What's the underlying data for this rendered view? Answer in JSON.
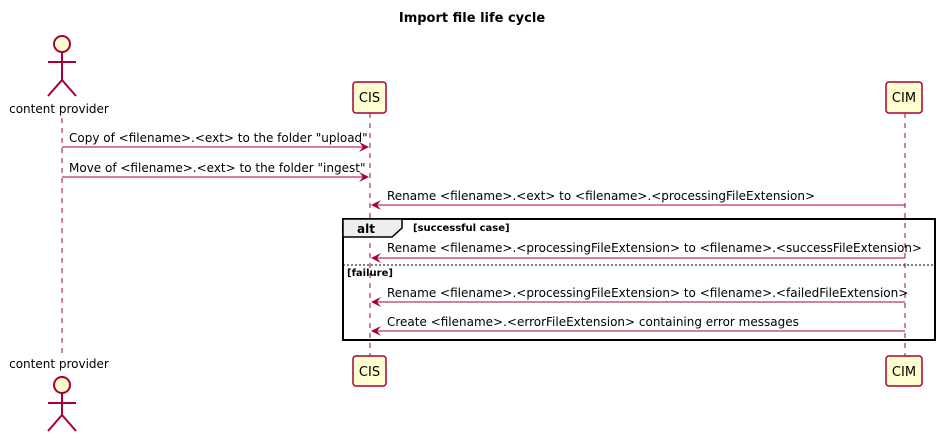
{
  "title": "Import file life cycle",
  "participants": {
    "content_provider": "content provider",
    "cis": "CIS",
    "cim": "CIM"
  },
  "messages": [
    {
      "from": "content_provider",
      "to": "cis",
      "text": "Copy of <filename>.<ext> to the folder \"upload\""
    },
    {
      "from": "content_provider",
      "to": "cis",
      "text": "Move of <filename>.<ext> to the folder \"ingest\""
    },
    {
      "from": "cim",
      "to": "cis",
      "text": "Rename <filename>.<ext> to <filename>.<processingFileExtension>"
    },
    {
      "from": "cim",
      "to": "cis",
      "text": "Rename <filename>.<processingFileExtension> to <filename>.<successFileExtension>"
    },
    {
      "from": "cim",
      "to": "cis",
      "text": "Rename <filename>.<processingFileExtension> to <filename>.<failedFileExtension>"
    },
    {
      "from": "cim",
      "to": "cis",
      "text": "Create <filename>.<errorFileExtension> containing error messages"
    }
  ],
  "fragment": {
    "keyword": "alt",
    "guard_primary": "[successful case]",
    "guard_else": "[failure]"
  },
  "colors": {
    "actor_border": "#A80036",
    "actor_fill": "#FEFECE",
    "arrow": "#A80036",
    "lifeline": "#A80036",
    "fragment_border": "#000000"
  }
}
